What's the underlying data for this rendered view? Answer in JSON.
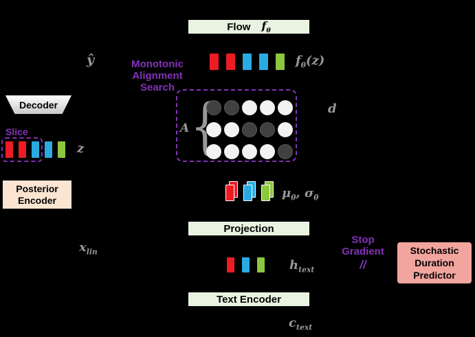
{
  "colors": {
    "background": "#000000",
    "purple": "#8232b8",
    "math_gray": "#989898",
    "box_green": "#e9f3e2",
    "box_peach": "#fbe5d2",
    "box_salmon": "#f2a49e",
    "dot_filled": "#404040",
    "dot_empty": "#f2f2f2",
    "bars": {
      "red": "#ed1c24",
      "blue": "#29abe2",
      "green": "#8dc63f"
    }
  },
  "boxes": {
    "flow": {
      "label": "Flow",
      "symbol": "f",
      "symbol_sub": "θ"
    },
    "decoder": "Decoder",
    "posterior_encoder": [
      "Posterior",
      "Encoder"
    ],
    "projection": "Projection",
    "text_encoder": "Text Encoder",
    "sdp": [
      "Stochastic",
      "Duration",
      "Predictor"
    ]
  },
  "labels": {
    "y_hat": "ŷ",
    "fz": {
      "base": "f",
      "sub": "θ",
      "after": "(z)"
    },
    "d": "d",
    "A": "A",
    "brace": "{",
    "z": "z",
    "mu_sigma": {
      "base1": "μ",
      "sub1": "θ",
      "sep": ", ",
      "base2": "σ",
      "sub2": "θ"
    },
    "x_lin": {
      "base": "x",
      "sub": "lin"
    },
    "h_text": {
      "base": "h",
      "sub": "text"
    },
    "c_text": {
      "base": "c",
      "sub": "text"
    }
  },
  "purple_texts": {
    "mas": [
      "Monotonic",
      "Alignment",
      "Search"
    ],
    "slice": "Slice",
    "stop_gradient": [
      "Stop",
      "Gradient"
    ],
    "stop_gradient_symbol": "//"
  },
  "bars": {
    "flow_output": {
      "colors": [
        "red",
        "red",
        "blue",
        "blue",
        "green"
      ]
    },
    "z": {
      "colors": [
        "red",
        "red",
        "blue",
        "blue",
        "green"
      ]
    },
    "stats": {
      "colors": [
        "red",
        "blue",
        "green"
      ],
      "paired": true
    },
    "h_text": {
      "colors": [
        "red",
        "blue",
        "green"
      ]
    }
  },
  "alignment_matrix": {
    "rows": [
      [
        1,
        1,
        0,
        0,
        0
      ],
      [
        0,
        0,
        1,
        1,
        0
      ],
      [
        0,
        0,
        0,
        0,
        1
      ]
    ]
  }
}
